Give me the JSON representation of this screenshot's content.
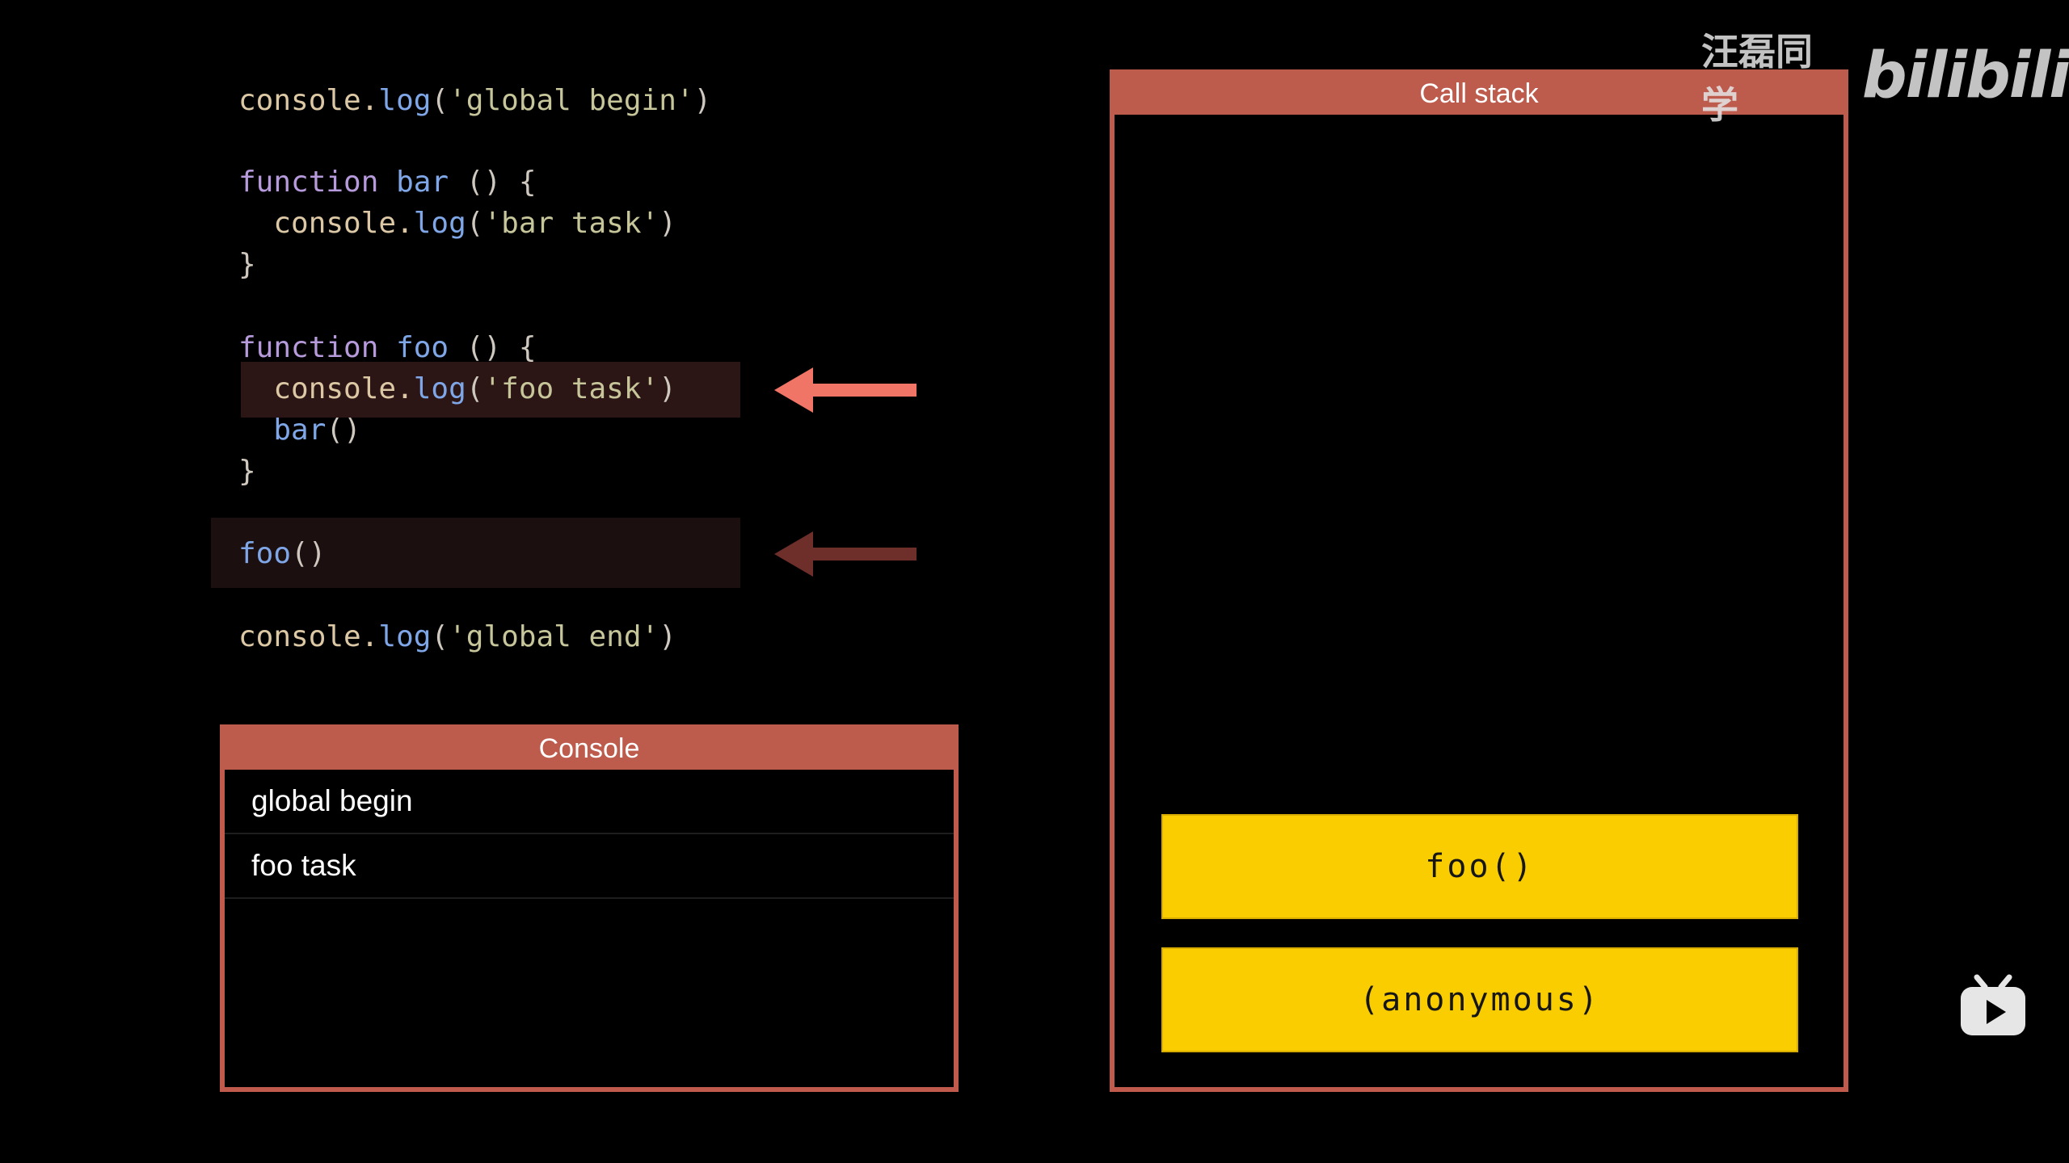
{
  "code": {
    "lines": [
      [
        [
          "plain",
          "console."
        ],
        [
          "fn",
          "log"
        ],
        [
          "punc",
          "("
        ],
        [
          "str",
          "'global begin'"
        ],
        [
          "punc",
          ")"
        ]
      ],
      [
        [
          "kw",
          "function"
        ],
        [
          "plain",
          " "
        ],
        [
          "fn",
          "bar"
        ],
        [
          "plain",
          " "
        ],
        [
          "punc",
          "() {"
        ]
      ],
      [
        [
          "plain",
          "  console."
        ],
        [
          "fn",
          "log"
        ],
        [
          "punc",
          "("
        ],
        [
          "str",
          "'bar task'"
        ],
        [
          "punc",
          ")"
        ]
      ],
      [
        [
          "punc",
          "}"
        ]
      ],
      [
        [
          "kw",
          "function"
        ],
        [
          "plain",
          " "
        ],
        [
          "fn",
          "foo"
        ],
        [
          "plain",
          " "
        ],
        [
          "punc",
          "() {"
        ]
      ],
      [
        [
          "plain",
          "  console."
        ],
        [
          "fn",
          "log"
        ],
        [
          "punc",
          "("
        ],
        [
          "str",
          "'foo task'"
        ],
        [
          "punc",
          ")"
        ]
      ],
      [
        [
          "plain",
          "  "
        ],
        [
          "fn",
          "bar"
        ],
        [
          "punc",
          "()"
        ]
      ],
      [
        [
          "punc",
          "}"
        ]
      ],
      [
        [
          "fn",
          "foo"
        ],
        [
          "punc",
          "()"
        ]
      ],
      [
        [
          "plain",
          "console."
        ],
        [
          "fn",
          "log"
        ],
        [
          "punc",
          "("
        ],
        [
          "str",
          "'global end'"
        ],
        [
          "punc",
          ")"
        ]
      ]
    ],
    "current_line_index": 5,
    "caller_line_index": 8
  },
  "arrows": {
    "current": {
      "color": "#f07566",
      "points_to": "current-line"
    },
    "caller": {
      "color": "#6e2e29",
      "points_to": "caller-line"
    }
  },
  "console": {
    "title": "Console",
    "lines": [
      "global begin",
      "foo task"
    ]
  },
  "call_stack": {
    "title": "Call stack",
    "frames": [
      "foo()",
      "(anonymous)"
    ]
  },
  "watermark": {
    "author": "汪磊同学",
    "logo": "bilibili",
    "tv_icon": "bilibili-tv-icon"
  },
  "colors": {
    "panel_border": "#bf5a4c",
    "panel_header": "#bd5b4d",
    "stack_frame": "#f9cd00",
    "current_highlight": "#2c1515",
    "caller_highlight": "#1c0f0f"
  }
}
